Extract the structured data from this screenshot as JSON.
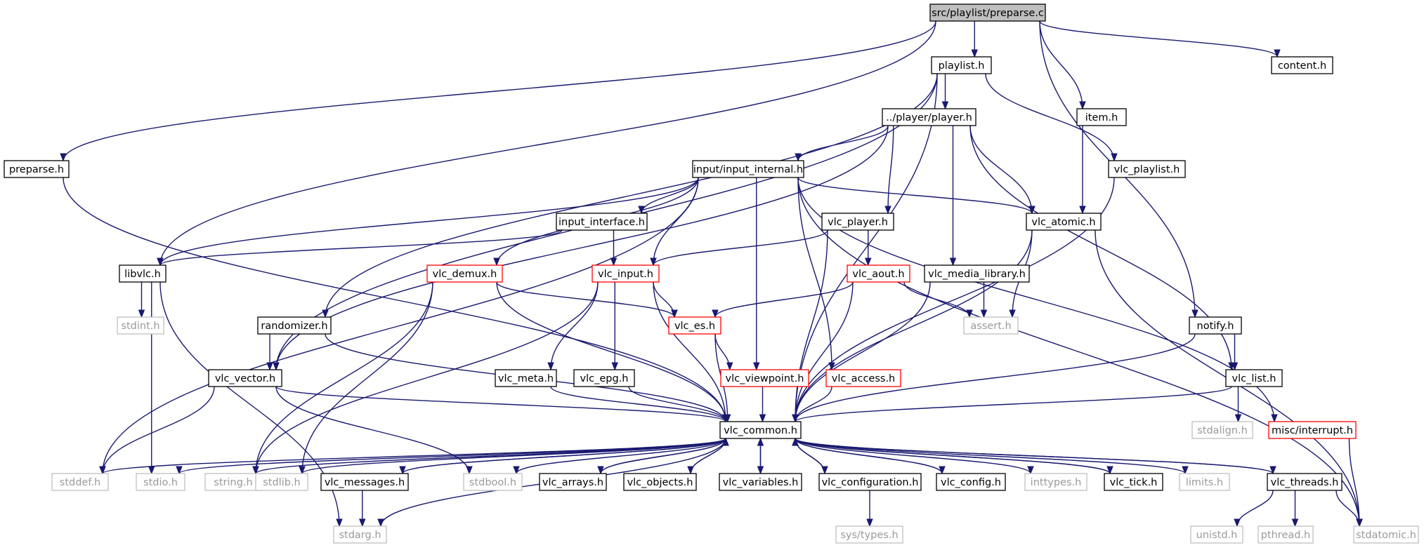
{
  "diagram": {
    "type": "include-dependency-graph",
    "colors": {
      "edge": "#191970",
      "root_fill": "#bfbfbf",
      "documented_border": "#000000",
      "undocumented_border": "#ff0000",
      "system_border": "#bfbfbf",
      "system_text": "#9a9a9a"
    },
    "nodes": {
      "root": {
        "label": "src/playlist/preparse.c",
        "kind": "root"
      },
      "playlist_h": {
        "label": "playlist.h",
        "kind": "documented"
      },
      "content_h": {
        "label": "content.h",
        "kind": "documented"
      },
      "player_h": {
        "label": "../player/player.h",
        "kind": "documented"
      },
      "item_h": {
        "label": "item.h",
        "kind": "documented"
      },
      "preparse_h": {
        "label": "preparse.h",
        "kind": "documented"
      },
      "input_internal_h": {
        "label": "input/input_internal.h",
        "kind": "documented"
      },
      "vlc_playlist_h": {
        "label": "vlc_playlist.h",
        "kind": "documented"
      },
      "input_interface_h": {
        "label": "input_interface.h",
        "kind": "documented"
      },
      "vlc_player_h": {
        "label": "vlc_player.h",
        "kind": "documented"
      },
      "vlc_atomic_h": {
        "label": "vlc_atomic.h",
        "kind": "documented"
      },
      "libvlc_h": {
        "label": "libvlc.h",
        "kind": "documented"
      },
      "vlc_demux_h": {
        "label": "vlc_demux.h",
        "kind": "undocumented"
      },
      "vlc_input_h": {
        "label": "vlc_input.h",
        "kind": "undocumented"
      },
      "vlc_aout_h": {
        "label": "vlc_aout.h",
        "kind": "undocumented"
      },
      "vlc_media_library_h": {
        "label": "vlc_media_library.h",
        "kind": "documented"
      },
      "stdint_h": {
        "label": "stdint.h",
        "kind": "system"
      },
      "randomizer_h": {
        "label": "randomizer.h",
        "kind": "documented"
      },
      "vlc_es_h": {
        "label": "vlc_es.h",
        "kind": "undocumented"
      },
      "assert_h": {
        "label": "assert.h",
        "kind": "system"
      },
      "notify_h": {
        "label": "notify.h",
        "kind": "documented"
      },
      "vlc_vector_h": {
        "label": "vlc_vector.h",
        "kind": "documented"
      },
      "vlc_meta_h": {
        "label": "vlc_meta.h",
        "kind": "documented"
      },
      "vlc_epg_h": {
        "label": "vlc_epg.h",
        "kind": "documented"
      },
      "vlc_viewpoint_h": {
        "label": "vlc_viewpoint.h",
        "kind": "undocumented"
      },
      "vlc_access_h": {
        "label": "vlc_access.h",
        "kind": "undocumented"
      },
      "vlc_list_h": {
        "label": "vlc_list.h",
        "kind": "documented"
      },
      "vlc_common_h": {
        "label": "vlc_common.h",
        "kind": "documented"
      },
      "stdalign_h": {
        "label": "stdalign.h",
        "kind": "system"
      },
      "misc_interrupt_h": {
        "label": "misc/interrupt.h",
        "kind": "undocumented"
      },
      "stddef_h": {
        "label": "stddef.h",
        "kind": "system"
      },
      "stdio_h": {
        "label": "stdio.h",
        "kind": "system"
      },
      "string_h": {
        "label": "string.h",
        "kind": "system"
      },
      "stdlib_h": {
        "label": "stdlib.h",
        "kind": "system"
      },
      "vlc_messages_h": {
        "label": "vlc_messages.h",
        "kind": "documented"
      },
      "stdbool_h": {
        "label": "stdbool.h",
        "kind": "system"
      },
      "vlc_arrays_h": {
        "label": "vlc_arrays.h",
        "kind": "documented"
      },
      "vlc_objects_h": {
        "label": "vlc_objects.h",
        "kind": "documented"
      },
      "vlc_variables_h": {
        "label": "vlc_variables.h",
        "kind": "documented"
      },
      "vlc_configuration_h": {
        "label": "vlc_configuration.h",
        "kind": "documented"
      },
      "vlc_config_h": {
        "label": "vlc_config.h",
        "kind": "documented"
      },
      "inttypes_h": {
        "label": "inttypes.h",
        "kind": "system"
      },
      "vlc_tick_h": {
        "label": "vlc_tick.h",
        "kind": "documented"
      },
      "limits_h": {
        "label": "limits.h",
        "kind": "system"
      },
      "vlc_threads_h": {
        "label": "vlc_threads.h",
        "kind": "documented"
      },
      "stdarg_h": {
        "label": "stdarg.h",
        "kind": "system"
      },
      "sys_types_h": {
        "label": "sys/types.h",
        "kind": "system"
      },
      "unistd_h": {
        "label": "unistd.h",
        "kind": "system"
      },
      "pthread_h": {
        "label": "pthread.h",
        "kind": "system"
      },
      "stdatomic_h": {
        "label": "stdatomic.h",
        "kind": "system"
      }
    },
    "edges": [
      [
        "root",
        "playlist_h"
      ],
      [
        "root",
        "content_h"
      ],
      [
        "root",
        "item_h"
      ],
      [
        "root",
        "preparse_h"
      ],
      [
        "root",
        "libvlc_h"
      ],
      [
        "root",
        "notify_h"
      ],
      [
        "playlist_h",
        "player_h"
      ],
      [
        "playlist_h",
        "vlc_playlist_h"
      ],
      [
        "playlist_h",
        "randomizer_h"
      ],
      [
        "playlist_h",
        "vlc_vector_h"
      ],
      [
        "playlist_h",
        "vlc_common_h"
      ],
      [
        "player_h",
        "input_internal_h"
      ],
      [
        "player_h",
        "vlc_player_h"
      ],
      [
        "player_h",
        "vlc_atomic_h"
      ],
      [
        "player_h",
        "vlc_media_library_h"
      ],
      [
        "player_h",
        "vlc_list_h"
      ],
      [
        "player_h",
        "vlc_vector_h"
      ],
      [
        "item_h",
        "vlc_atomic_h"
      ],
      [
        "preparse_h",
        "vlc_common_h"
      ],
      [
        "vlc_playlist_h",
        "vlc_common_h"
      ],
      [
        "input_internal_h",
        "input_interface_h"
      ],
      [
        "input_internal_h",
        "libvlc_h"
      ],
      [
        "input_internal_h",
        "vlc_atomic_h"
      ],
      [
        "input_internal_h",
        "vlc_demux_h"
      ],
      [
        "input_internal_h",
        "vlc_input_h"
      ],
      [
        "input_internal_h",
        "vlc_viewpoint_h"
      ],
      [
        "input_internal_h",
        "vlc_access_h"
      ],
      [
        "input_internal_h",
        "misc_interrupt_h"
      ],
      [
        "input_internal_h",
        "stddef_h"
      ],
      [
        "input_internal_h",
        "stdatomic_h"
      ],
      [
        "input_interface_h",
        "libvlc_h"
      ],
      [
        "input_interface_h",
        "vlc_input_h"
      ],
      [
        "vlc_player_h",
        "vlc_input_h"
      ],
      [
        "vlc_player_h",
        "vlc_aout_h"
      ],
      [
        "vlc_player_h",
        "vlc_common_h"
      ],
      [
        "vlc_atomic_h",
        "assert_h"
      ],
      [
        "vlc_atomic_h",
        "vlc_common_h"
      ],
      [
        "vlc_atomic_h",
        "stdatomic_h"
      ],
      [
        "libvlc_h",
        "stdint_h"
      ],
      [
        "libvlc_h",
        "stdio_h"
      ],
      [
        "libvlc_h",
        "stdarg_h"
      ],
      [
        "vlc_demux_h",
        "vlc_es_h"
      ],
      [
        "vlc_demux_h",
        "string_h"
      ],
      [
        "vlc_demux_h",
        "stdlib_h"
      ],
      [
        "vlc_demux_h",
        "vlc_common_h"
      ],
      [
        "vlc_input_h",
        "vlc_es_h"
      ],
      [
        "vlc_input_h",
        "vlc_meta_h"
      ],
      [
        "vlc_input_h",
        "vlc_epg_h"
      ],
      [
        "vlc_input_h",
        "string_h"
      ],
      [
        "vlc_input_h",
        "vlc_common_h"
      ],
      [
        "vlc_aout_h",
        "vlc_es_h"
      ],
      [
        "vlc_aout_h",
        "assert_h"
      ],
      [
        "vlc_aout_h",
        "vlc_common_h"
      ],
      [
        "vlc_media_library_h",
        "assert_h"
      ],
      [
        "vlc_media_library_h",
        "vlc_common_h"
      ],
      [
        "randomizer_h",
        "vlc_vector_h"
      ],
      [
        "randomizer_h",
        "vlc_common_h"
      ],
      [
        "vlc_es_h",
        "vlc_viewpoint_h"
      ],
      [
        "vlc_es_h",
        "vlc_common_h"
      ],
      [
        "notify_h",
        "vlc_list_h"
      ],
      [
        "notify_h",
        "vlc_common_h"
      ],
      [
        "vlc_vector_h",
        "vlc_common_h"
      ],
      [
        "vlc_vector_h",
        "stddef_h"
      ],
      [
        "vlc_vector_h",
        "stdbool_h"
      ],
      [
        "vlc_meta_h",
        "vlc_common_h"
      ],
      [
        "vlc_epg_h",
        "vlc_common_h"
      ],
      [
        "vlc_viewpoint_h",
        "vlc_common_h"
      ],
      [
        "vlc_access_h",
        "vlc_common_h"
      ],
      [
        "vlc_list_h",
        "vlc_common_h"
      ],
      [
        "vlc_list_h",
        "stdalign_h"
      ],
      [
        "misc_interrupt_h",
        "stdatomic_h"
      ],
      [
        "vlc_common_h",
        "stddef_h"
      ],
      [
        "vlc_common_h",
        "stdio_h"
      ],
      [
        "vlc_common_h",
        "string_h"
      ],
      [
        "vlc_common_h",
        "stdlib_h"
      ],
      [
        "vlc_common_h",
        "vlc_messages_h"
      ],
      [
        "vlc_common_h",
        "stdbool_h"
      ],
      [
        "vlc_common_h",
        "vlc_arrays_h"
      ],
      [
        "vlc_common_h",
        "vlc_objects_h"
      ],
      [
        "vlc_common_h",
        "vlc_variables_h"
      ],
      [
        "vlc_common_h",
        "vlc_configuration_h"
      ],
      [
        "vlc_common_h",
        "vlc_config_h"
      ],
      [
        "vlc_common_h",
        "inttypes_h"
      ],
      [
        "vlc_common_h",
        "vlc_tick_h"
      ],
      [
        "vlc_common_h",
        "limits_h"
      ],
      [
        "vlc_common_h",
        "vlc_threads_h"
      ],
      [
        "vlc_common_h",
        "stdarg_h"
      ],
      [
        "vlc_messages_h",
        "stdarg_h"
      ],
      [
        "vlc_messages_h",
        "vlc_common_h"
      ],
      [
        "vlc_arrays_h",
        "vlc_common_h"
      ],
      [
        "vlc_objects_h",
        "vlc_common_h"
      ],
      [
        "vlc_variables_h",
        "vlc_common_h"
      ],
      [
        "vlc_config_h",
        "vlc_common_h"
      ],
      [
        "vlc_tick_h",
        "vlc_common_h"
      ],
      [
        "vlc_threads_h",
        "vlc_common_h"
      ],
      [
        "vlc_configuration_h",
        "vlc_common_h"
      ],
      [
        "vlc_configuration_h",
        "sys_types_h"
      ],
      [
        "vlc_threads_h",
        "unistd_h"
      ],
      [
        "vlc_threads_h",
        "pthread_h"
      ],
      [
        "vlc_threads_h",
        "stdatomic_h"
      ]
    ]
  }
}
